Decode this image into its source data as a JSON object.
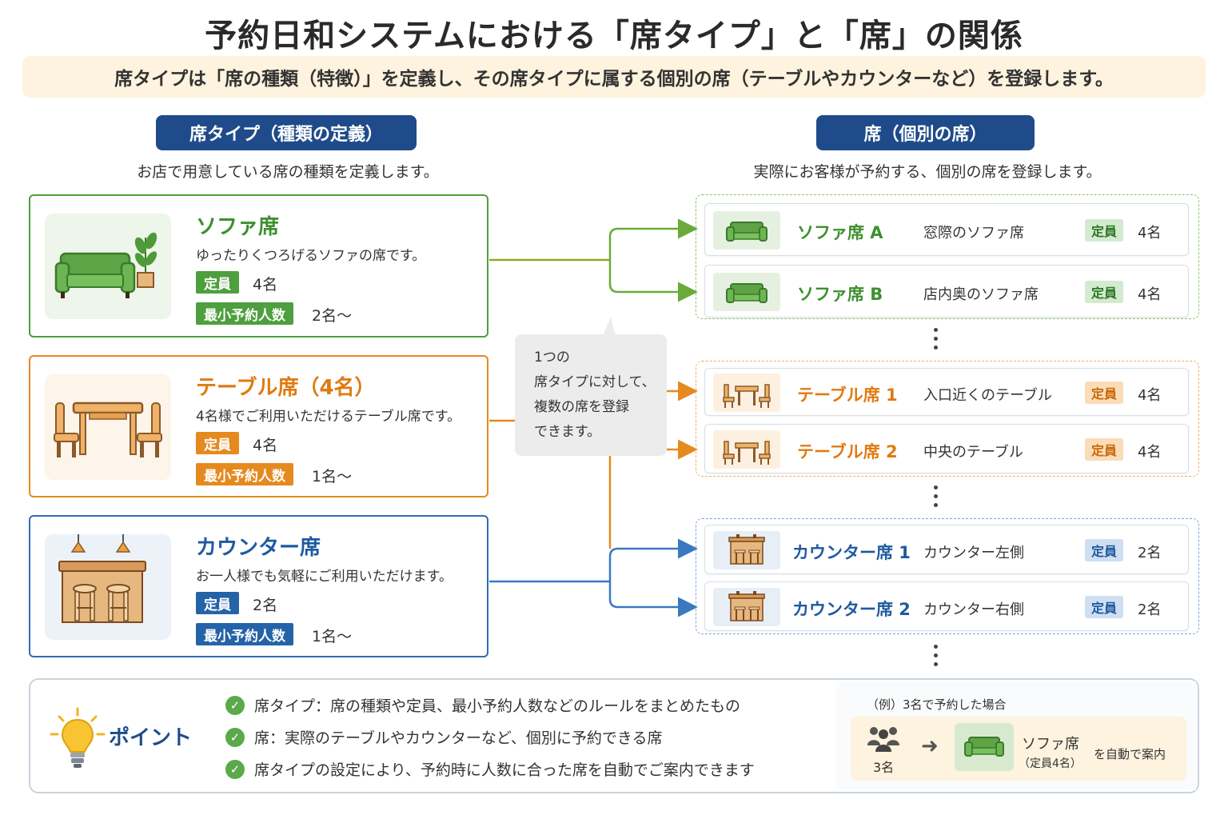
{
  "title": "予約日和システムにおける「席タイプ」と「席」の関係",
  "banner": "席タイプは「席の種類（特徴）」を定義し、その席タイプに属する個別の席（テーブルやカウンターなど）を登録します。",
  "left": {
    "heading": "席タイプ（種類の定義）",
    "subheading": "お店で用意している席の種類を定義します。"
  },
  "right": {
    "heading": "席（個別の席）",
    "subheading": "実際にお客様が予約する、個別の席を登録します。"
  },
  "seat_types": [
    {
      "name": "ソファ席",
      "desc": "ゆったりくつろげるソファの席です。",
      "cap_label": "定員",
      "cap": "4名",
      "min_label": "最小予約人数",
      "min": "2名〜",
      "icon": "sofa-icon"
    },
    {
      "name": "テーブル席（4名）",
      "desc": "4名様でご利用いただけるテーブル席です。",
      "cap_label": "定員",
      "cap": "4名",
      "min_label": "最小予約人数",
      "min": "1名〜",
      "icon": "table-icon"
    },
    {
      "name": "カウンター席",
      "desc": "お一人様でも気軽にご利用いただけます。",
      "cap_label": "定員",
      "cap": "2名",
      "min_label": "最小予約人数",
      "min": "1名〜",
      "icon": "counter-icon"
    }
  ],
  "seat_groups": [
    {
      "seats": [
        {
          "name": "ソファ席 A",
          "desc": "窓際のソファ席",
          "cap_label": "定員",
          "cap": "4名"
        },
        {
          "name": "ソファ席 B",
          "desc": "店内奥のソファ席",
          "cap_label": "定員",
          "cap": "4名"
        }
      ]
    },
    {
      "seats": [
        {
          "name": "テーブル席 1",
          "desc": "入口近くのテーブル",
          "cap_label": "定員",
          "cap": "4名"
        },
        {
          "name": "テーブル席 2",
          "desc": "中央のテーブル",
          "cap_label": "定員",
          "cap": "4名"
        }
      ]
    },
    {
      "seats": [
        {
          "name": "カウンター席 1",
          "desc": "カウンター左側",
          "cap_label": "定員",
          "cap": "2名"
        },
        {
          "name": "カウンター席 2",
          "desc": "カウンター右側",
          "cap_label": "定員",
          "cap": "2名"
        }
      ]
    }
  ],
  "note": {
    "lines": [
      "1つの",
      "席タイプに対して、",
      "複数の席を登録",
      "できます。"
    ]
  },
  "point": {
    "label": "ポイント",
    "items": [
      "席タイプ：席の種類や定員、最小予約人数などのルールをまとめたもの",
      "席：実際のテーブルやカウンターなど、個別に予約できる席",
      "席タイプの設定により、予約時に人数に合った席を自動でご案内できます"
    ],
    "example": {
      "caption": "（例）3名で予約した場合",
      "people": "3名",
      "seat_name": "ソファ席",
      "seat_cap": "（定員4名）",
      "result": "を自動で案内"
    }
  },
  "colors": {
    "green": "#3d9a35",
    "orange": "#e58a1f",
    "blue": "#2563a8",
    "navy": "#1f4b8a"
  }
}
